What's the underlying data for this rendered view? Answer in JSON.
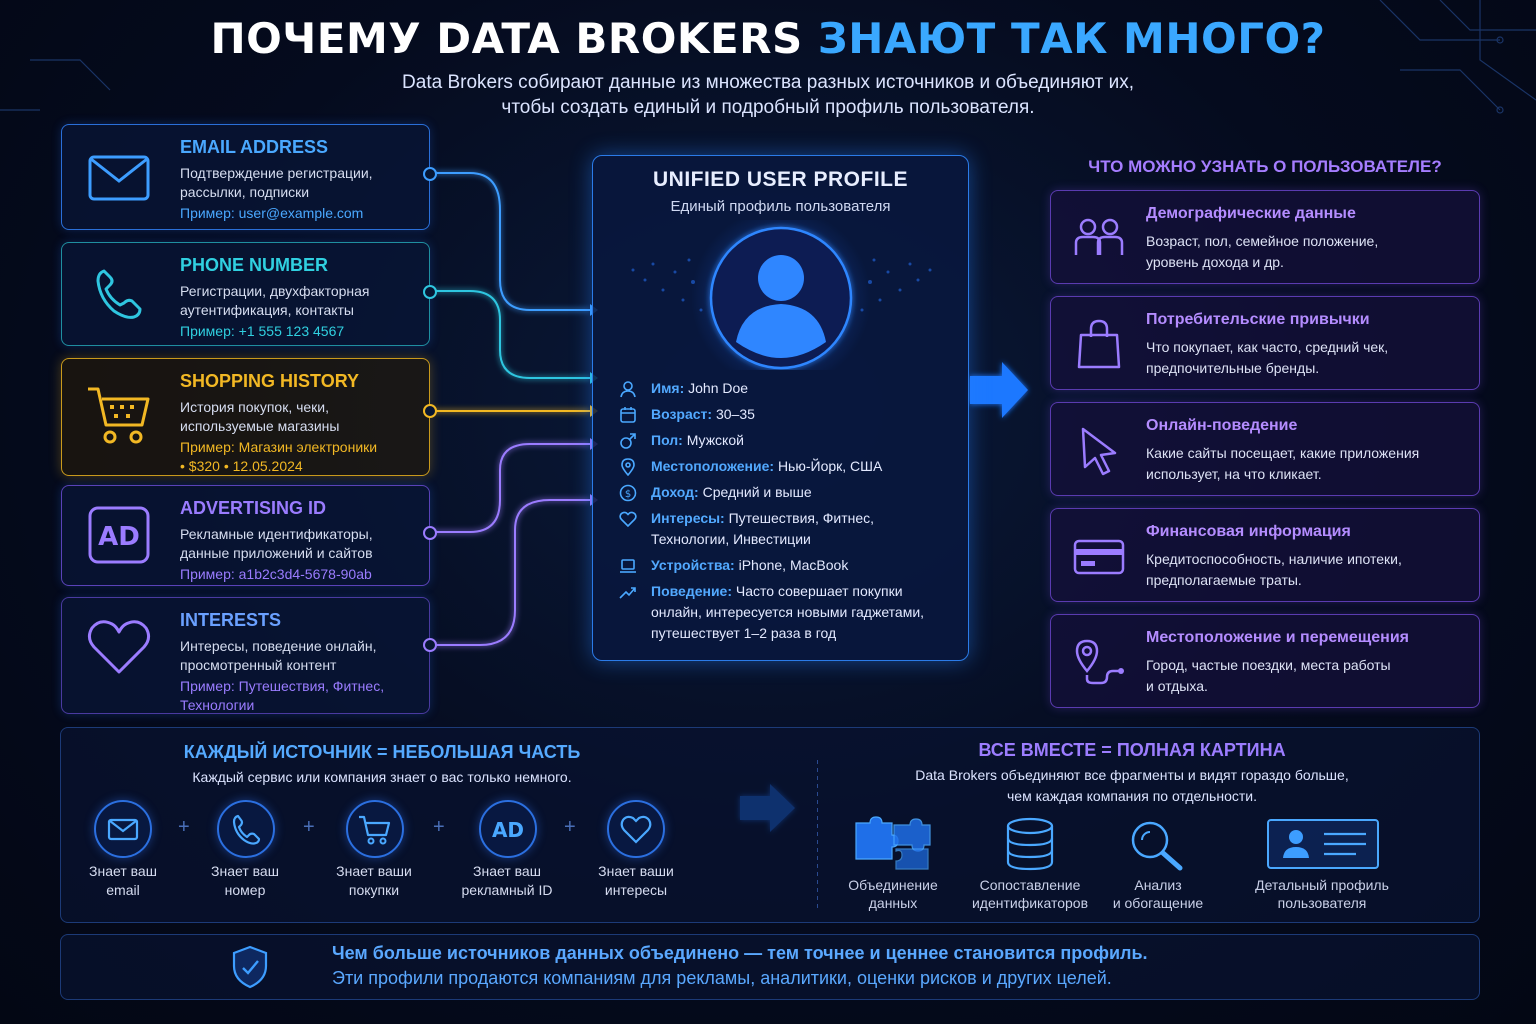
{
  "title": {
    "part1": "ПОЧЕМУ DATA BROKERS ",
    "part2": "ЗНАЮТ ТАК МНОГО?"
  },
  "subtitle": {
    "line1": "Data Brokers собирают данные из множества разных источников и объединяют их,",
    "line2": "чтобы создать единый и подробный профиль пользователя."
  },
  "sources": [
    {
      "heading": "EMAIL ADDRESS",
      "desc": [
        "Подтверждение регистрации,",
        "рассылки, подписки"
      ],
      "example": [
        "Пример: user@example.com"
      ],
      "icon": "envelope-icon",
      "color": "#4aa8ff"
    },
    {
      "heading": "PHONE NUMBER",
      "desc": [
        "Регистрации, двухфакторная",
        "аутентификация, контакты"
      ],
      "example": [
        "Пример: +1 555 123 4567"
      ],
      "icon": "phone-icon",
      "color": "#30d0e0"
    },
    {
      "heading": "SHOPPING HISTORY",
      "desc": [
        "История покупок, чеки,",
        "используемые магазины"
      ],
      "example": [
        "Пример: Магазин электроники",
        "• $320 • 12.05.2024"
      ],
      "icon": "shopping-cart-icon",
      "color": "#f2b824"
    },
    {
      "heading": "ADVERTISING ID",
      "desc": [
        "Рекламные идентификаторы,",
        "данные приложений и сайтов"
      ],
      "example": [
        "Пример: a1b2c3d4-5678-90ab"
      ],
      "icon": "ad-icon",
      "color": "#9a7cff"
    },
    {
      "heading": "INTERESTS",
      "desc": [
        "Интересы, поведение онлайн,",
        "просмотренный контент"
      ],
      "example": [
        "Пример: Путешествия, Фитнес,",
        "Технологии"
      ],
      "icon": "heart-icon",
      "color": "#9a7cff"
    }
  ],
  "profile": {
    "title": "UNIFIED USER PROFILE",
    "subtitle": "Единый профиль пользователя",
    "fields": [
      {
        "key": "Имя:",
        "value": "John Doe",
        "icon": "user-icon"
      },
      {
        "key": "Возраст:",
        "value": "30–35",
        "icon": "calendar-icon"
      },
      {
        "key": "Пол:",
        "value": "Мужской",
        "icon": "gender-icon"
      },
      {
        "key": "Местоположение:",
        "value": "Нью-Йорк, США",
        "icon": "location-pin-icon"
      },
      {
        "key": "Доход:",
        "value": "Средний и выше",
        "icon": "dollar-icon"
      },
      {
        "key": "Интересы:",
        "value": "Путешествия, Фитнес, Технологии, Инвестиции",
        "icon": "heart-icon"
      },
      {
        "key": "Устройства:",
        "value": "iPhone, MacBook",
        "icon": "laptop-icon"
      },
      {
        "key": "Поведение:",
        "value": "Часто совершает покупки онлайн, интересуется новыми гаджетами, путешествует 1–2 раза в год",
        "icon": "trend-icon"
      }
    ]
  },
  "insights": {
    "heading": "ЧТО МОЖНО УЗНАТЬ О ПОЛЬЗОВАТЕЛЕ?",
    "cards": [
      {
        "title": "Демографические данные",
        "desc": [
          "Возраст, пол, семейное положение,",
          "уровень дохода и др."
        ],
        "icon": "people-icon"
      },
      {
        "title": "Потребительские привычки",
        "desc": [
          "Что покупает, как часто, средний чек,",
          "предпочительные бренды."
        ],
        "icon": "shopping-bag-icon"
      },
      {
        "title": "Онлайн-поведение",
        "desc": [
          "Какие сайты посещает, какие приложения",
          "использует, на что кликает."
        ],
        "icon": "cursor-icon"
      },
      {
        "title": "Финансовая информация",
        "desc": [
          "Кредитоспособность, наличие ипотеки,",
          "предполагаемые траты."
        ],
        "icon": "credit-card-icon"
      },
      {
        "title": "Местоположение и перемещения",
        "desc": [
          "Город, частые поездки, места работы",
          "и отдыха."
        ],
        "icon": "route-icon"
      }
    ]
  },
  "bottom": {
    "left_heading": "КАЖДЫЙ ИСТОЧНИК = НЕБОЛЬШАЯ ЧАСТЬ",
    "left_sub": "Каждый сервис или компания знает о вас только немного.",
    "sources": [
      {
        "label": [
          "Знает ваш",
          "email"
        ],
        "icon": "envelope-icon"
      },
      {
        "label": [
          "Знает ваш",
          "номер"
        ],
        "icon": "phone-icon"
      },
      {
        "label": [
          "Знает ваши",
          "покупки"
        ],
        "icon": "shopping-cart-icon"
      },
      {
        "label": [
          "Знает ваш",
          "рекламный ID"
        ],
        "icon": "ad-icon",
        "text": "AD"
      },
      {
        "label": [
          "Знает ваши",
          "интересы"
        ],
        "icon": "heart-icon"
      }
    ],
    "plus": "+",
    "right_heading": "ВСЕ ВМЕСТЕ = ПОЛНАЯ КАРТИНА",
    "right_sub": [
      "Data Brokers объединяют все фрагменты и видят гораздо больше,",
      "чем каждая компания по отдельности."
    ],
    "results": [
      {
        "label": [
          "Объединение",
          "данных"
        ],
        "icon": "puzzle-icon"
      },
      {
        "label": [
          "Сопоставление",
          "идентификаторов"
        ],
        "icon": "database-icon"
      },
      {
        "label": [
          "Анализ",
          "и обогащение"
        ],
        "icon": "magnifier-icon"
      },
      {
        "label": [
          "Детальный профиль",
          "пользователя"
        ],
        "icon": "id-card-icon"
      }
    ]
  },
  "footer": {
    "line1": "Чем больше источников данных объединено — тем точнее и ценнее становится профиль.",
    "line2": "Эти профили продаются компаниям для рекламы, аналитики, оценки рисков и других целей.",
    "icon": "shield-icon"
  }
}
